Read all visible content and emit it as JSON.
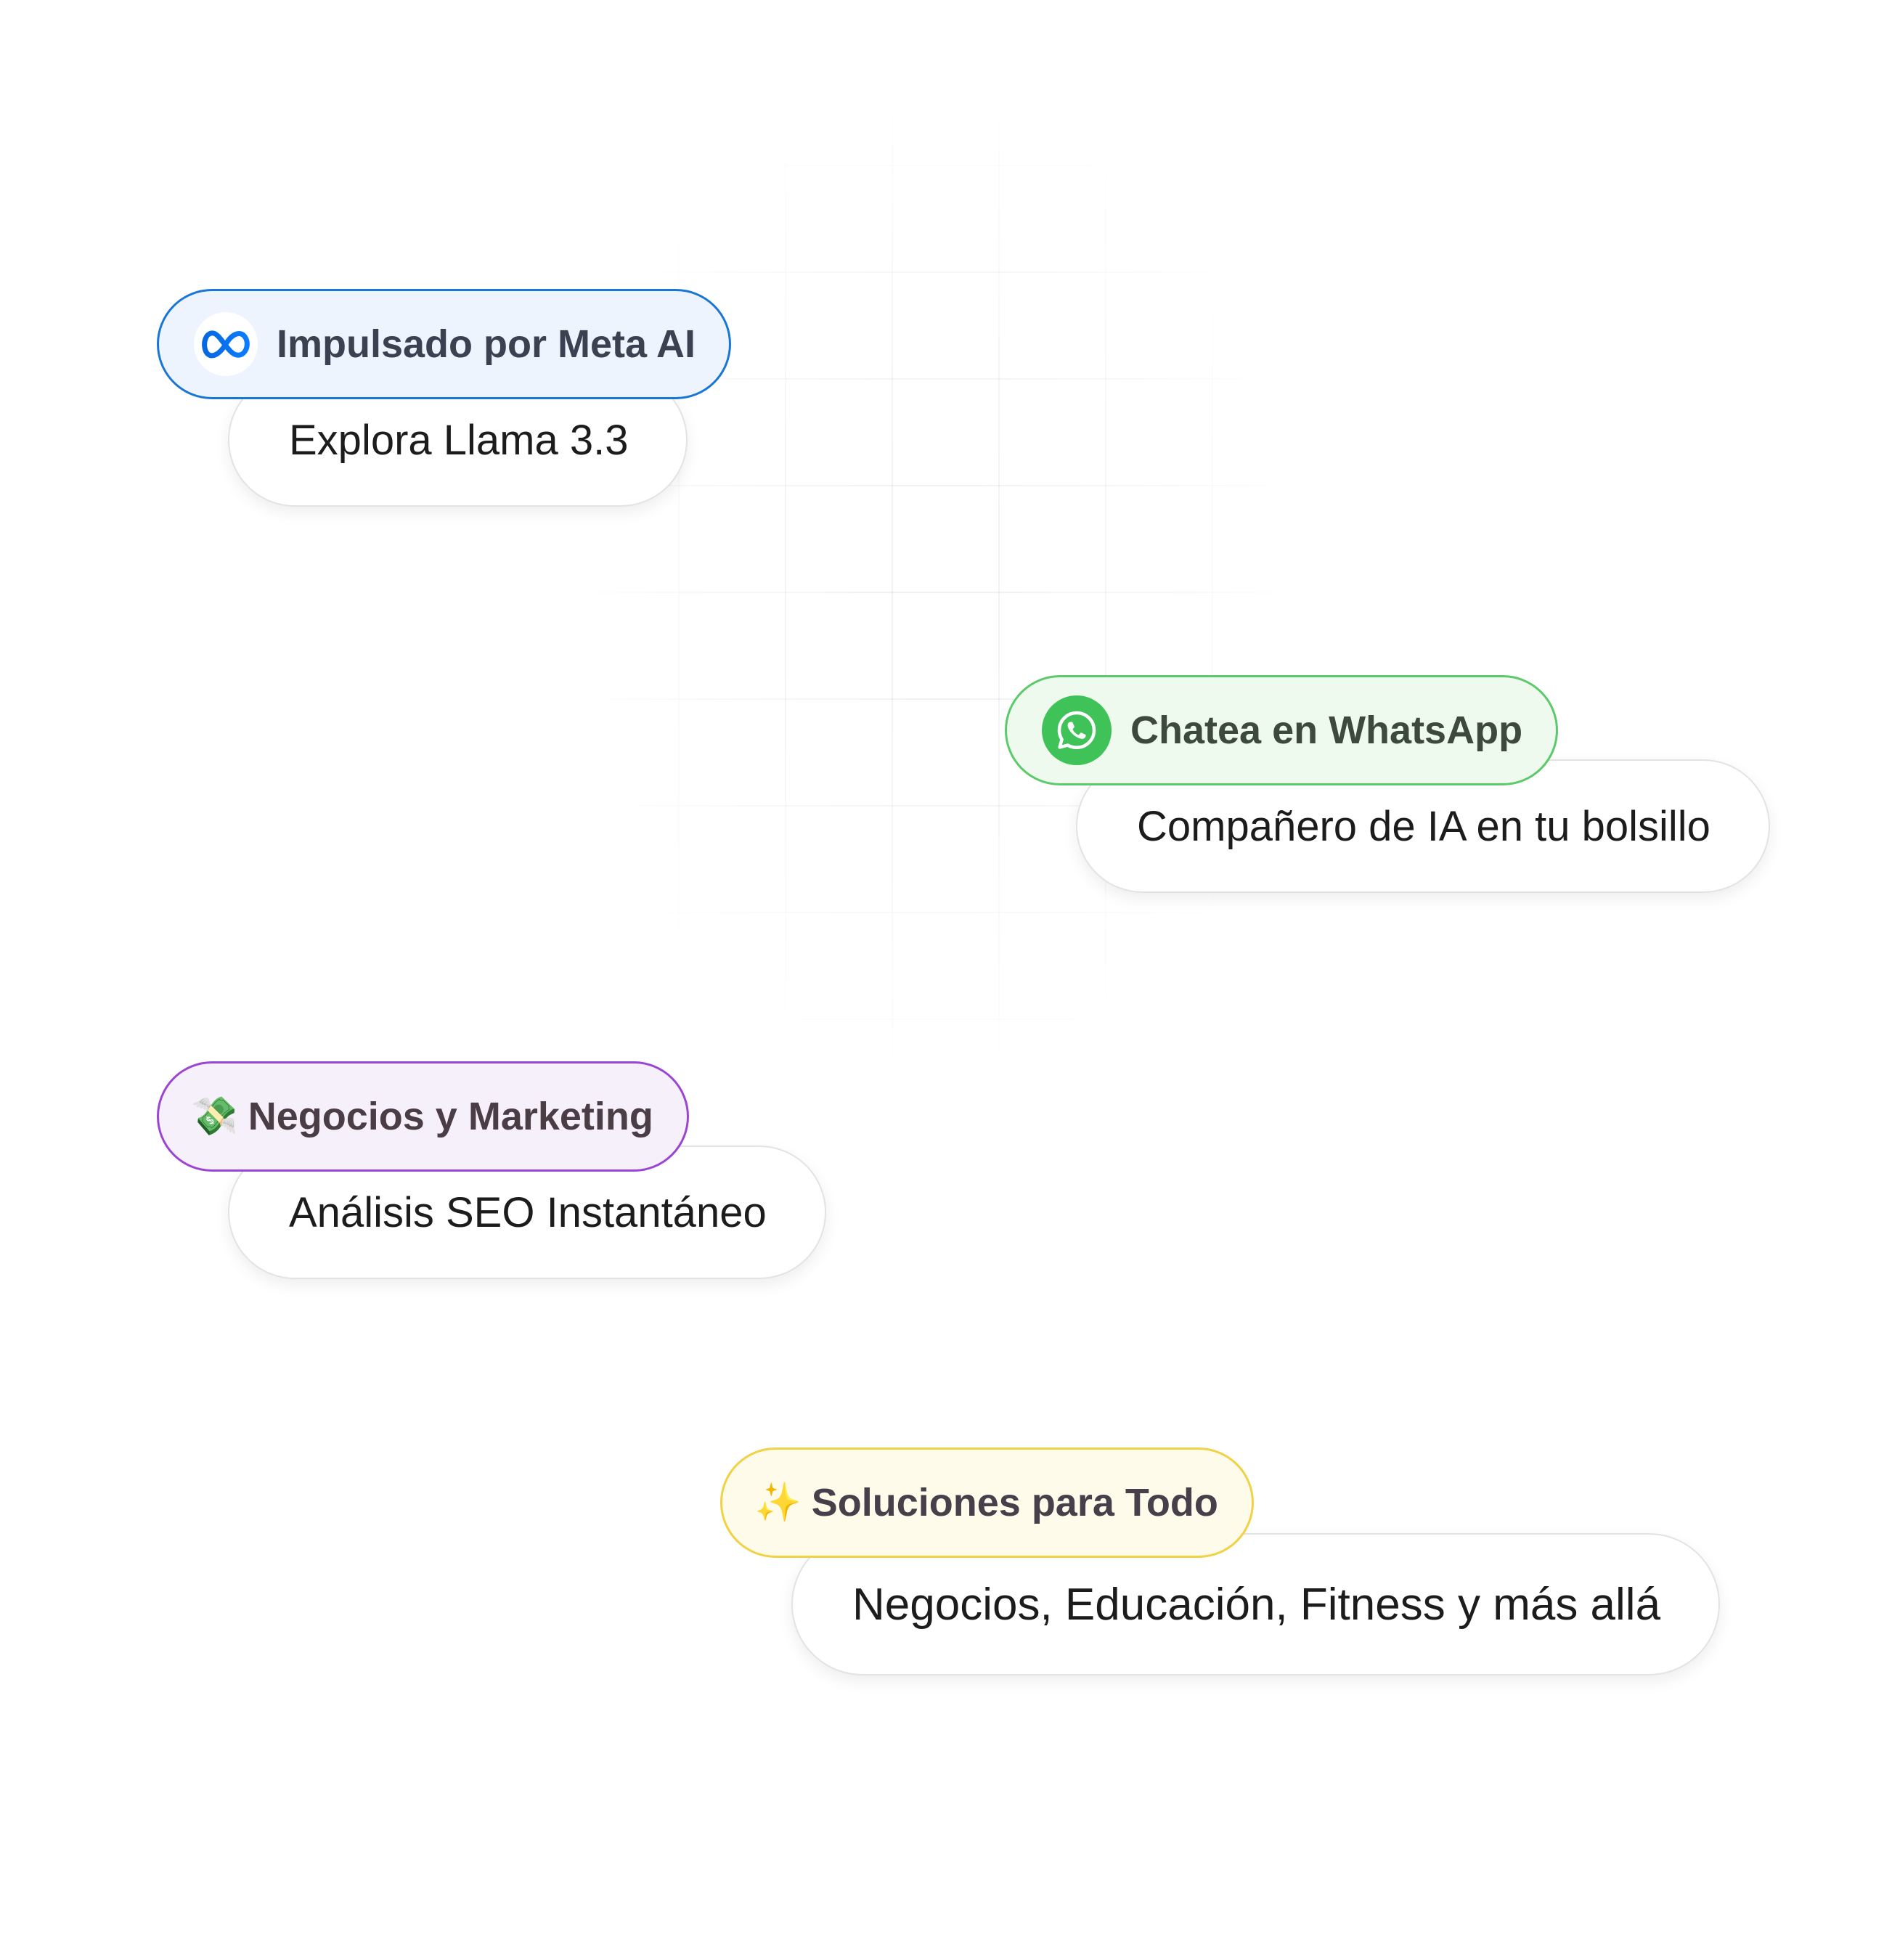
{
  "cards": [
    {
      "badge": {
        "icon": "meta-logo-icon",
        "label": "Impulsado por Meta AI"
      },
      "detail": "Explora Llama 3.3",
      "colors": {
        "border": "#1877d6",
        "background": "#eef4fd"
      }
    },
    {
      "badge": {
        "icon": "whatsapp-logo-icon",
        "label": "Chatea en WhatsApp"
      },
      "detail": "Compañero de IA en tu bolsillo",
      "colors": {
        "border": "#5cc96b",
        "background": "#effaef"
      }
    },
    {
      "badge": {
        "icon": "money-with-wings-icon",
        "glyph": "💸",
        "label": "Negocios y Marketing"
      },
      "detail": "Análisis SEO Instantáneo",
      "colors": {
        "border": "#9b45d4",
        "background": "#f6f0fb"
      }
    },
    {
      "badge": {
        "icon": "sparkles-icon",
        "glyph": "✨",
        "label": "Soluciones para Todo"
      },
      "detail": "Negocios, Educación, Fitness y más allá",
      "colors": {
        "border": "#f0d244",
        "background": "#fefbea"
      }
    }
  ]
}
